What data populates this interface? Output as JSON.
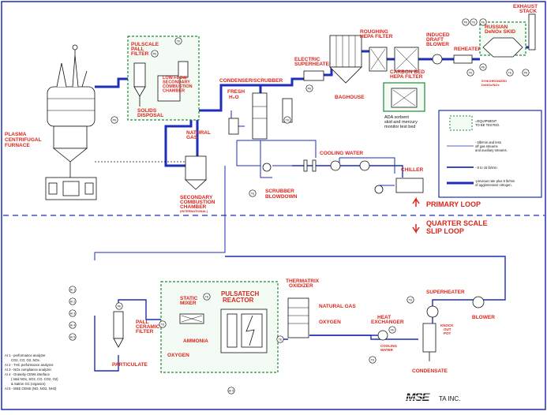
{
  "labels": {
    "plasma_furnace": [
      "PLASMA",
      "CENTRIFUGAL",
      "FURNACE"
    ],
    "pulscale_filter": [
      "PULSCALE",
      "PALL",
      "FILTER"
    ],
    "solids_disposal": [
      "SOLIDS",
      "DISPOSAL"
    ],
    "low_flow_scc": [
      "LOW-FLOW",
      "SECONDARY",
      "COMBUSTION",
      "CHAMBER"
    ],
    "natural_gas_top": [
      "NATURAL",
      "GAS"
    ],
    "secondary_cc": [
      "SECONDARY",
      "COMBUSTION",
      "CHAMBER",
      "(INTERNATIONAL)"
    ],
    "condenser_scrubber": "CONDENSER/SCRUBBER",
    "fresh_h2o": [
      "FRESH",
      "H₂O"
    ],
    "scrubber_blowdown": [
      "SCRUBBER",
      "BLOWDOWN"
    ],
    "cooling_water_top": "COOLING WATER",
    "chiller": "CHILLER",
    "electric_superheater": [
      "ELECTRIC",
      "SUPERHEATER"
    ],
    "baghouse": "BAGHOUSE",
    "roughing_hepa": [
      "ROUGHING",
      "HEPA FILTER"
    ],
    "carbon_bed_hepa": [
      "CARBON BED",
      "HEPA FILTER"
    ],
    "induced_draft_blower": [
      "INDUCED",
      "DRAFT",
      "BLOWER"
    ],
    "reheater": "REHEATER",
    "russian_denox": [
      "RUSSIAN",
      "DeNOx SKID"
    ],
    "exhaust_stack": [
      "EXHAUST",
      "STACK"
    ],
    "synchronized_denox": [
      "SYNCHRONIZED",
      "DeNOx/NOx"
    ],
    "ada_sorbent": [
      "ADA sorbent",
      "skid and mercury",
      "monitor test bed"
    ],
    "primary_loop": "PRIMARY LOOP",
    "quarter_scale": [
      "QUARTER SCALE",
      "SLIP LOOP"
    ],
    "pulsatech_reactor": [
      "PULSATECH",
      "REACTOR"
    ],
    "static_mixer": [
      "STATIC",
      "MIXER"
    ],
    "ammonia": "AMMONIA",
    "oxygen_reactor": "OXYGEN",
    "pall_ceramic": [
      "PALL",
      "CERAMIC",
      "FILTER"
    ],
    "particulate": "PARTICULATE",
    "thermatrix": [
      "THERMATRIX",
      "OXIDIZER"
    ],
    "natural_gas_bottom": "NATURAL GAS",
    "oxygen_bottom": "OXYGEN",
    "heat_exchanger": [
      "HEAT",
      "EXCHANGER"
    ],
    "cooling_water_bottom": [
      "COOLING",
      "WATER"
    ],
    "condensate": "CONDENSATE",
    "superheater": "SUPERHEATER",
    "knock_out_pot": [
      "KNOCK",
      "OUT",
      "POT"
    ],
    "blower": "BLOWER"
  },
  "legend": {
    "equipment": [
      "=EQUIPMENT",
      "TO BE TESTED."
    ],
    "flow_low": [
      "- 5lb/min and less",
      "off gas streams",
      "and auxiliary streams."
    ],
    "flow_mid": "- 8 to 15 lb/min",
    "flow_high": [
      "-previous rate plus 5 lb/min",
      "of agglomerator nitrogen."
    ]
  },
  "notes": [
    "AI 1 - performance analyzer",
    "CO2, CO, O2, NOx.",
    "AI 2 - THC performance analyzer.",
    "AI 3 - NOx compliance analyzer.",
    "AI 4 - Graseby CEMs interface",
    "( total NOx, SO2, CO, CO2, O2)",
    "& Satron GC (organics)",
    "AI 5 - MSE CEMS (NO, NO2, NH3)"
  ],
  "company": "TA INC.",
  "logo_text": "MSE",
  "tags": [
    "PE",
    "PE",
    "TE",
    "TE",
    "PE",
    "TE",
    "PE",
    "TE",
    "FE",
    "PE",
    "TE",
    "PE",
    "AI 1",
    "AI 2",
    "AI 3",
    "AI 4",
    "AI 5",
    "PE",
    "TE",
    "TE",
    "TE",
    "FE",
    "TE",
    "AI 5",
    "TE",
    "TE"
  ]
}
